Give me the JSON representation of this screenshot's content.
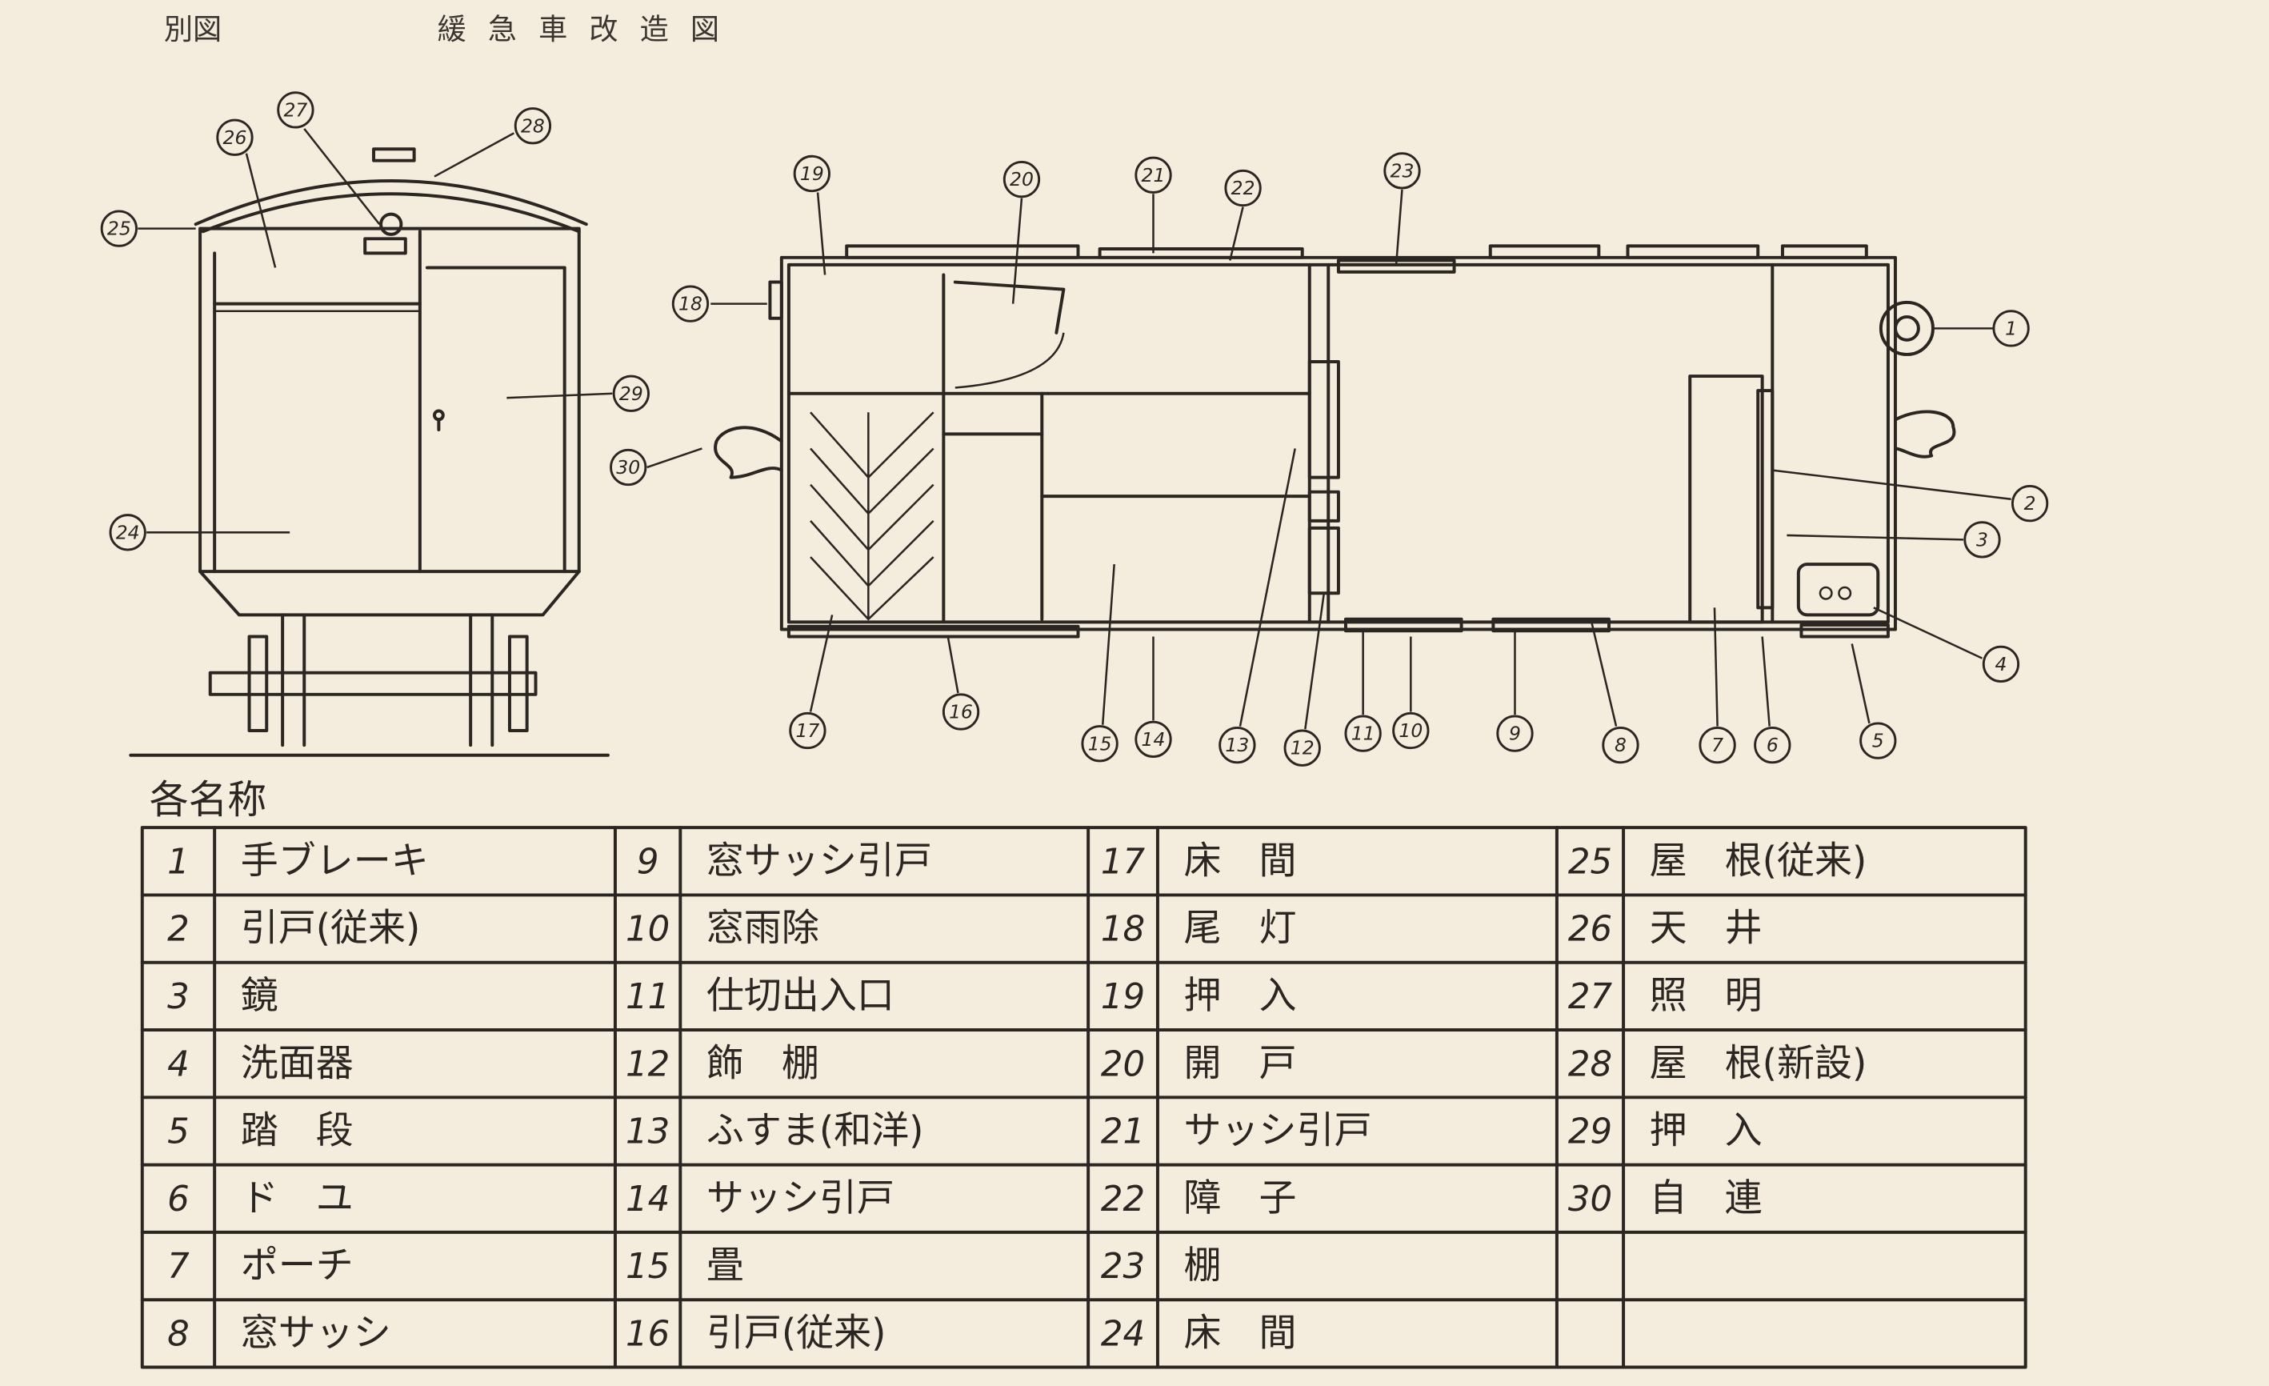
{
  "header": {
    "figure_label": "別図",
    "title": "緩急車改造図"
  },
  "legend": {
    "heading": "各名称",
    "items": [
      {
        "no": "1",
        "name": "手ブレーキ"
      },
      {
        "no": "2",
        "name": "引戸(従来)"
      },
      {
        "no": "3",
        "name": "鏡"
      },
      {
        "no": "4",
        "name": "洗面器"
      },
      {
        "no": "5",
        "name": "踏　段"
      },
      {
        "no": "6",
        "name": "ド　ユ"
      },
      {
        "no": "7",
        "name": "ポーチ"
      },
      {
        "no": "8",
        "name": "窓サッシ"
      },
      {
        "no": "9",
        "name": "窓サッシ引戸"
      },
      {
        "no": "10",
        "name": "窓雨除"
      },
      {
        "no": "11",
        "name": "仕切出入口"
      },
      {
        "no": "12",
        "name": "飾　棚"
      },
      {
        "no": "13",
        "name": "ふすま(和洋)"
      },
      {
        "no": "14",
        "name": "サッシ引戸"
      },
      {
        "no": "15",
        "name": "畳"
      },
      {
        "no": "16",
        "name": "引戸(従来)"
      },
      {
        "no": "17",
        "name": "床　間"
      },
      {
        "no": "18",
        "name": "尾　灯"
      },
      {
        "no": "19",
        "name": "押　入"
      },
      {
        "no": "20",
        "name": "開　戸"
      },
      {
        "no": "21",
        "name": "サッシ引戸"
      },
      {
        "no": "22",
        "name": "障　子"
      },
      {
        "no": "23",
        "name": "棚"
      },
      {
        "no": "24",
        "name": "床　間"
      },
      {
        "no": "25",
        "name": "屋　根(従来)"
      },
      {
        "no": "26",
        "name": "天　井"
      },
      {
        "no": "27",
        "name": "照　明"
      },
      {
        "no": "28",
        "name": "屋　根(新設)"
      },
      {
        "no": "29",
        "name": "押　入"
      },
      {
        "no": "30",
        "name": "自　連"
      }
    ]
  },
  "callouts": [
    "1",
    "2",
    "3",
    "4",
    "5",
    "6",
    "7",
    "8",
    "9",
    "10",
    "11",
    "12",
    "13",
    "14",
    "15",
    "16",
    "17",
    "18",
    "19",
    "20",
    "21",
    "22",
    "23",
    "24",
    "25",
    "26",
    "27",
    "28",
    "29",
    "30"
  ]
}
